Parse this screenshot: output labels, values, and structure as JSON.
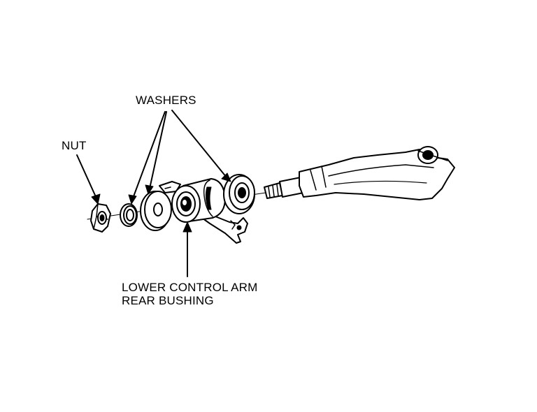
{
  "labels": {
    "washers": "WASHERS",
    "nut": "NUT",
    "bushing_line1": "LOWER CONTROL ARM",
    "bushing_line2": "REAR BUSHING"
  }
}
